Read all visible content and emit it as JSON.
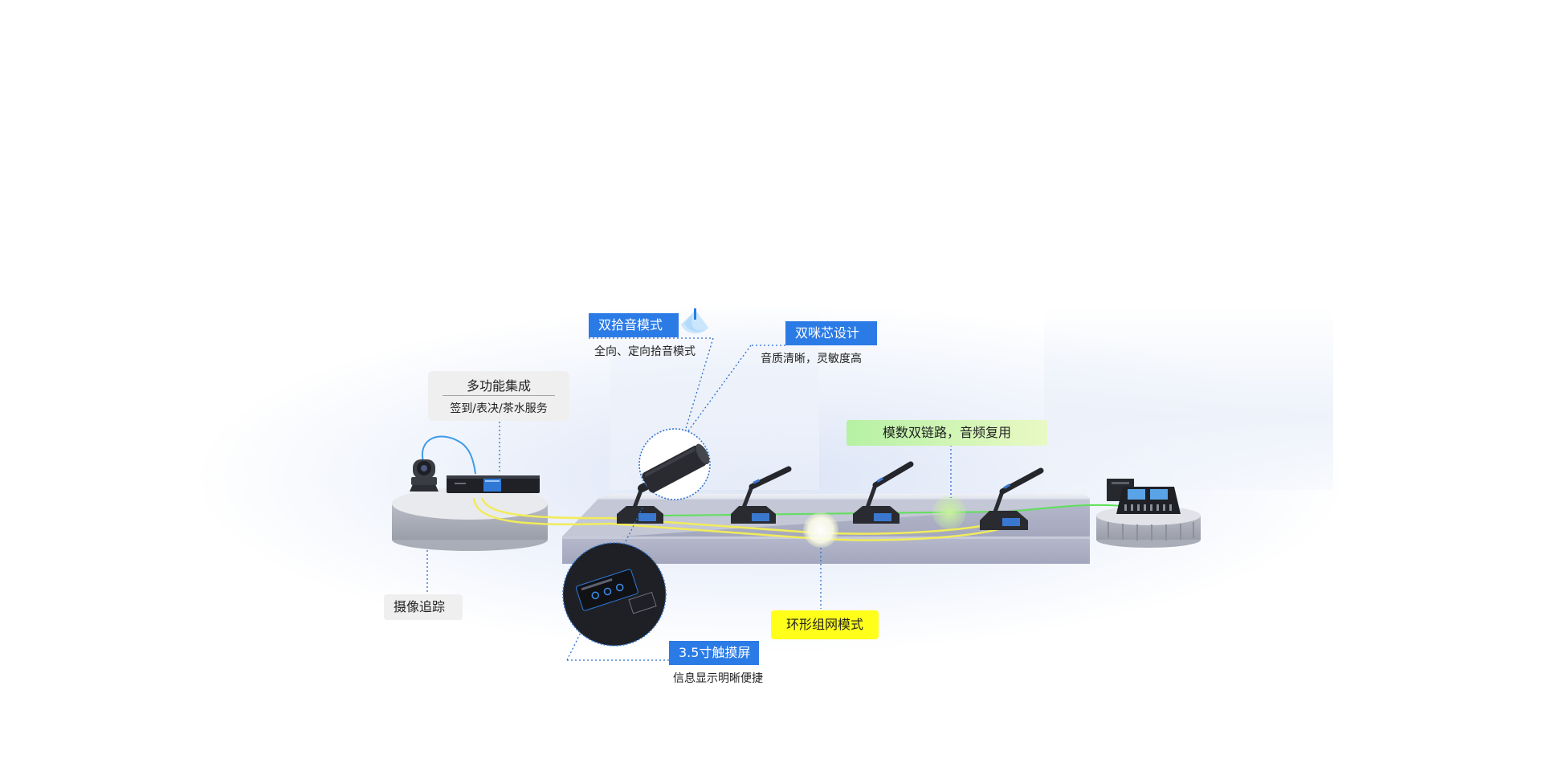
{
  "labels": {
    "dual_pickup_title": "双拾音模式",
    "dual_pickup_desc": "全向、定向拾音模式",
    "dual_core_title": "双咪芯设计",
    "dual_core_desc": "音质清晰，灵敏度高",
    "multi_function_title": "多功能集成",
    "multi_function_desc": "签到/表决/茶水服务",
    "dual_link_title": "模数双链路，音频复用",
    "camera_tracking_title": "摄像追踪",
    "touch_screen_title": "3.5寸触摸屏",
    "touch_screen_desc": "信息显示明晰便捷",
    "ring_network_title": "环形组网模式"
  },
  "colors": {
    "label_blue": "#2b7be6",
    "label_grey": "#efefef",
    "label_yellow": "#ffff1a",
    "label_green": "#b6f1a4",
    "link_yellow": "#f1ec5a",
    "link_green": "#5ee05a",
    "link_blue": "#3d9be6",
    "leader_line": "#2b6fcf"
  },
  "icons": [
    "camera-icon",
    "host-unit-icon",
    "microphone-unit-icon",
    "mixer-console-icon",
    "pickup-pattern-icon"
  ]
}
